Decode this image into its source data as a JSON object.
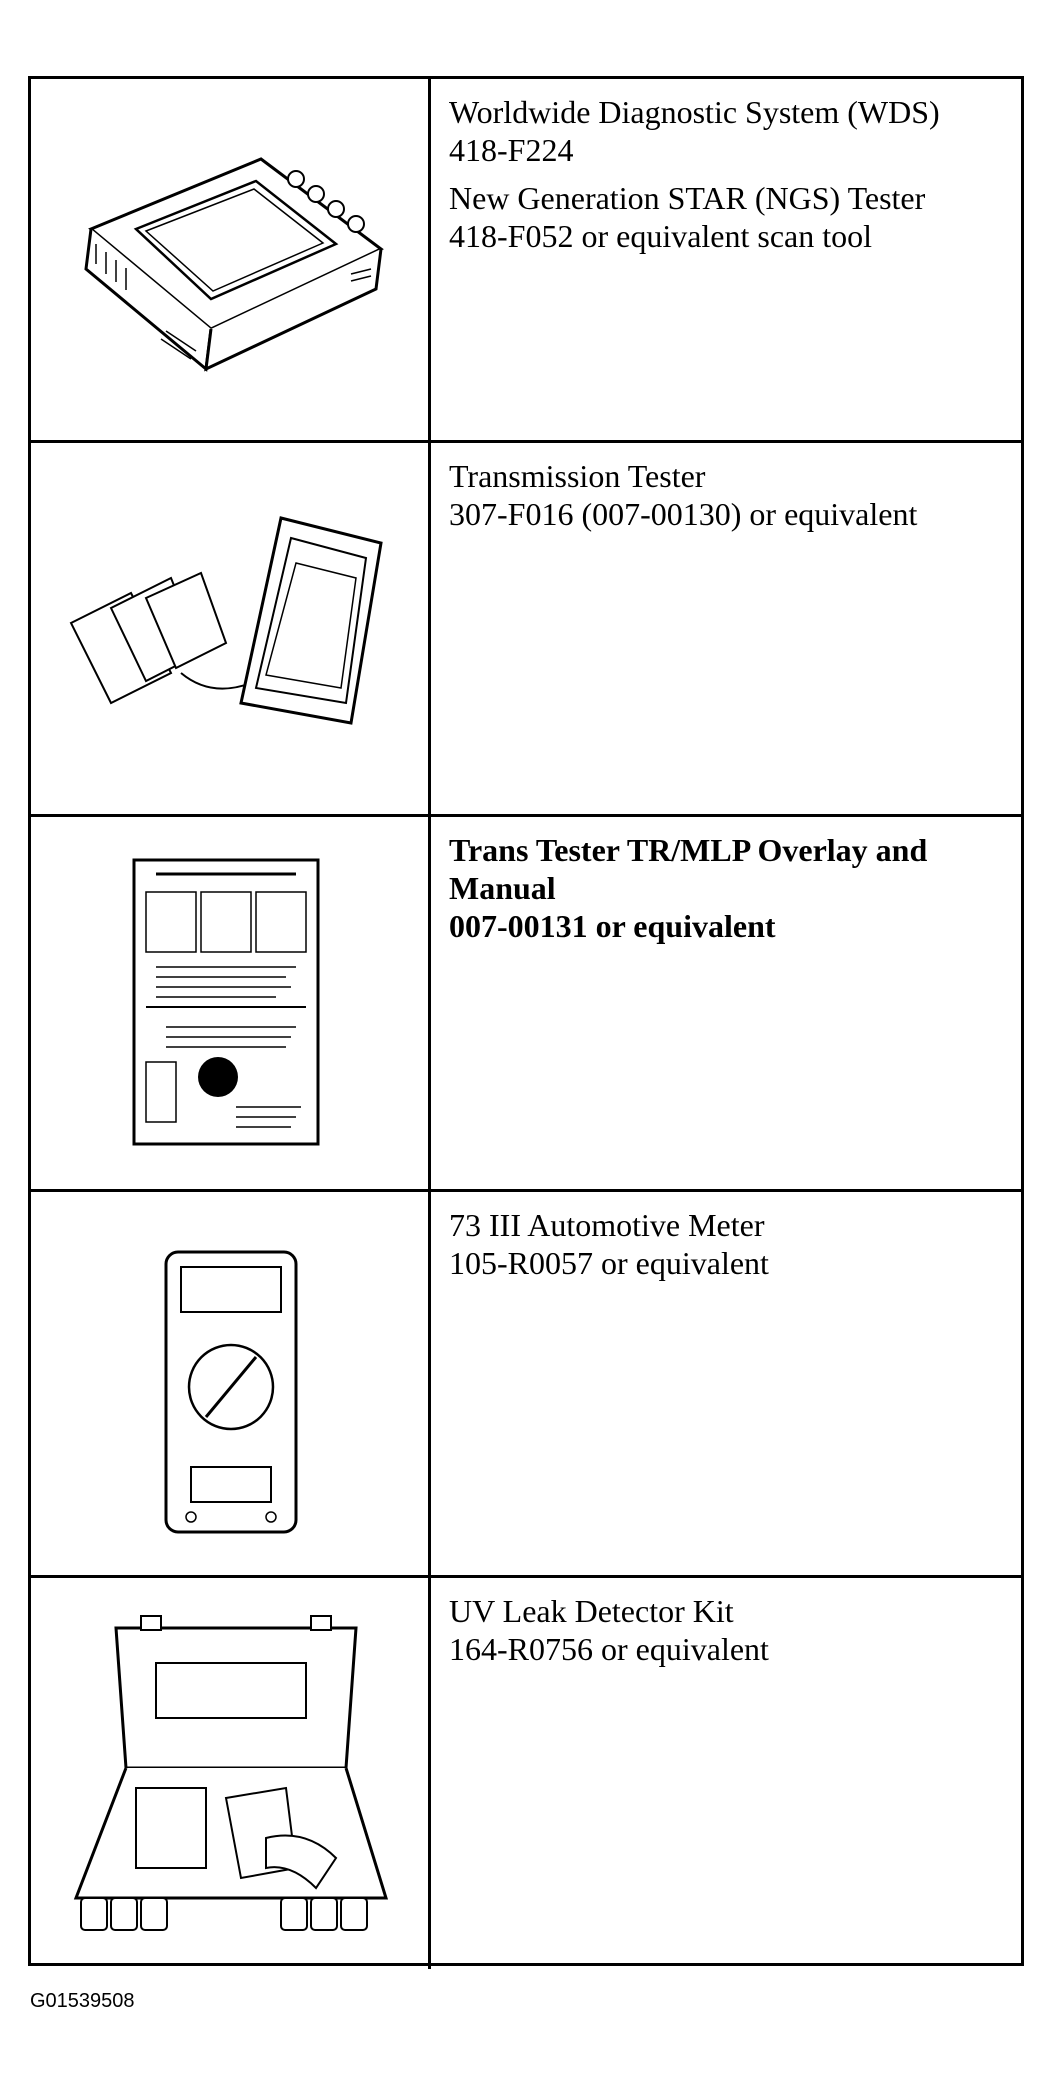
{
  "rows": [
    {
      "lines": [
        "Worldwide Diagnostic System (WDS)",
        "418-F224"
      ],
      "lines2": [
        "New Generation STAR (NGS) Tester",
        "418-F052 or equivalent scan tool"
      ],
      "illustration": "scan-tool-icon"
    },
    {
      "lines": [
        "Transmission Tester",
        "307-F016 (007-00130) or equivalent"
      ],
      "illustration": "transmission-tester-icon"
    },
    {
      "lines": [
        "Trans Tester TR/MLP Overlay and Manual",
        "007-00131 or equivalent"
      ],
      "illustration": "overlay-manual-icon"
    },
    {
      "lines": [
        "73 III Automotive Meter",
        "105-R0057 or equivalent"
      ],
      "illustration": "multimeter-icon"
    },
    {
      "lines": [
        "UV Leak Detector Kit",
        "164-R0756 or equivalent"
      ],
      "illustration": "uv-kit-icon"
    }
  ],
  "footer": {
    "code": "G01539508"
  }
}
